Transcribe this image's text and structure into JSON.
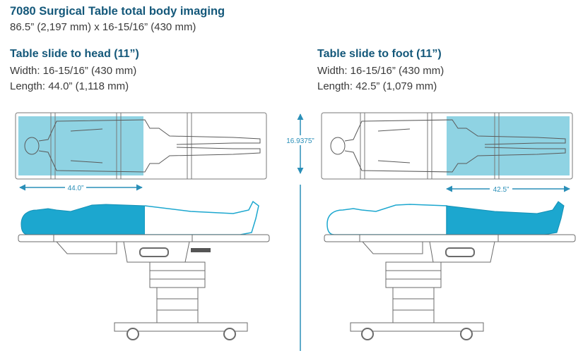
{
  "header": {
    "title": "7080 Surgical Table total body imaging",
    "subtitle": "86.5” (2,197 mm) x 16-15/16” (430 mm)"
  },
  "left_panel": {
    "heading": "Table slide to head (11”)",
    "width_line": "Width: 16-15/16” (430 mm)",
    "length_line": "Length: 44.0” (1,118 mm)",
    "dimension_label": "44.0”"
  },
  "right_panel": {
    "heading": "Table slide to foot (11”)",
    "width_line": "Width: 16-15/16” (430 mm)",
    "length_line": "Length: 42.5” (1,079 mm)",
    "dimension_label": "42.5”"
  },
  "center": {
    "dimension_label": "16.9375”"
  },
  "colors": {
    "title": "#14587a",
    "imaging_zone": "#8fd3e3",
    "patient_fill": "#1ca7cf",
    "dimension": "#2a8fb8",
    "outline": "#6b6b6b"
  }
}
